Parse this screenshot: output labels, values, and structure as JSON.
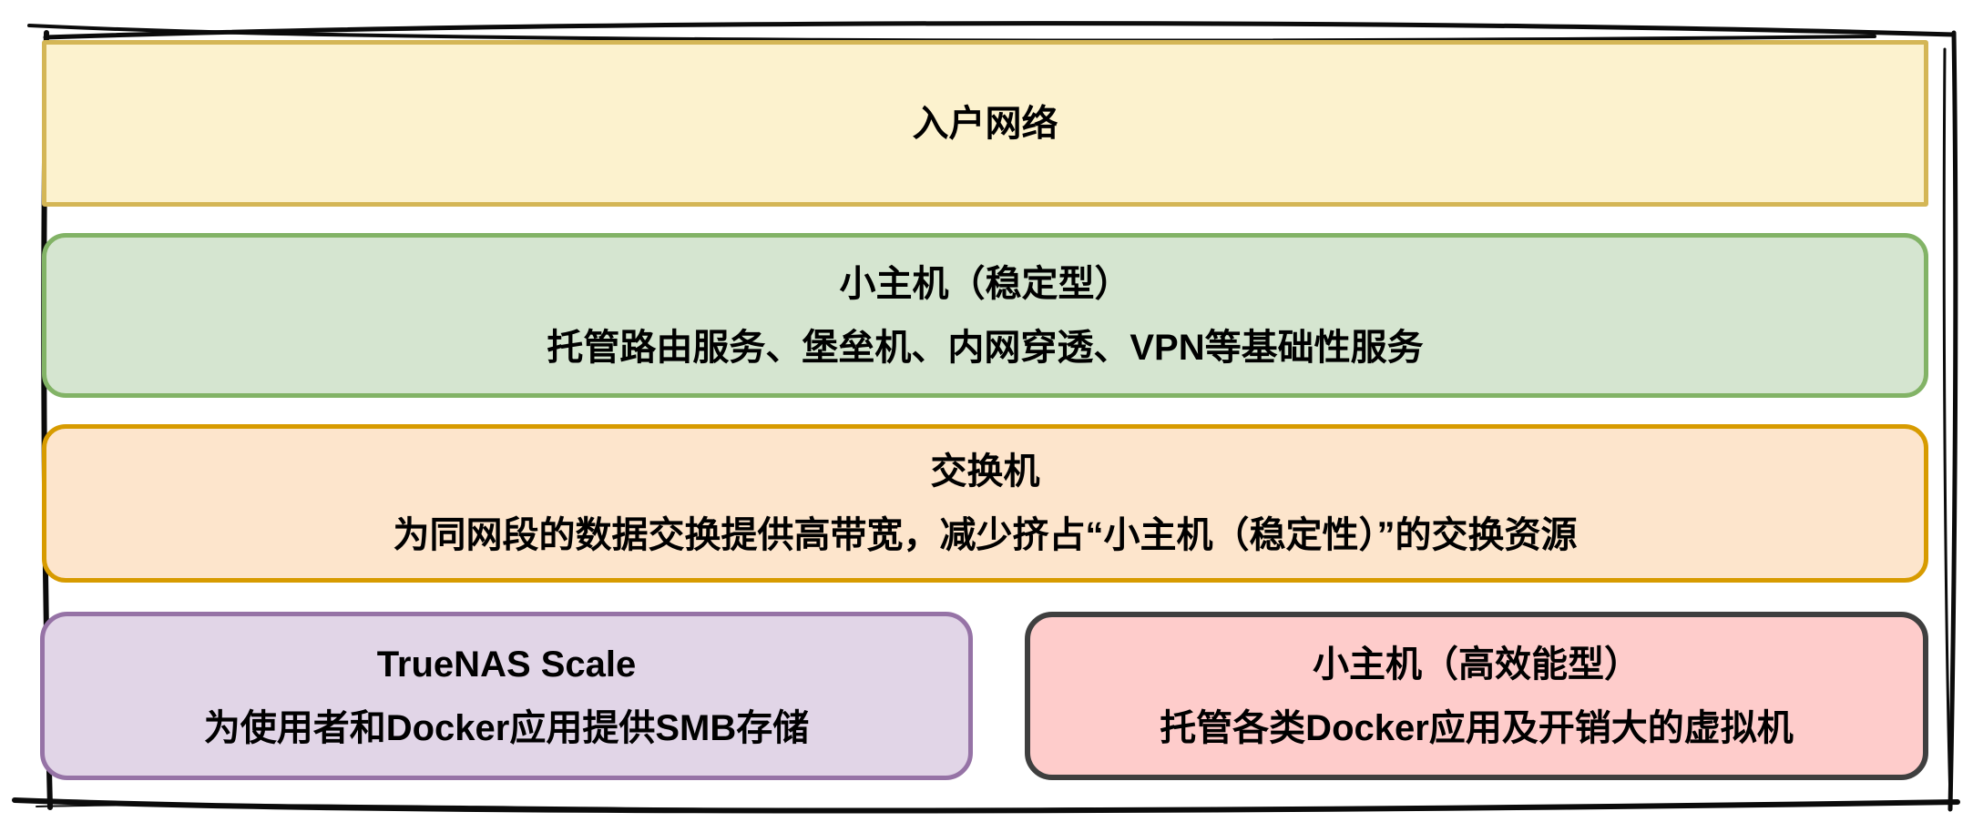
{
  "diagram": {
    "border_color": "#0b0b0b",
    "boxes": {
      "home_network": {
        "title": "入户网络",
        "fill": "#FCF2CE",
        "stroke": "#D4B656"
      },
      "stable_host": {
        "title": "小主机（稳定型）",
        "desc": "托管路由服务、堡垒机、内网穿透、VPN等基础性服务",
        "fill": "#D5E5D0",
        "stroke": "#82B366"
      },
      "switch": {
        "title": "交换机",
        "desc": "为同网段的数据交换提供高带宽，减少挤占“小主机（稳定性）”的交换资源",
        "fill": "#FDE5CC",
        "stroke": "#D79B00"
      },
      "truenas": {
        "title": "TrueNAS Scale",
        "desc": "为使用者和Docker应用提供SMB存储",
        "fill": "#E1D5E7",
        "stroke": "#9673A6"
      },
      "performance_host": {
        "title": "小主机（高效能型）",
        "desc": "托管各类Docker应用及开销大的虚拟机",
        "fill": "#FECCCB",
        "stroke": "#3F3F3F"
      }
    }
  }
}
